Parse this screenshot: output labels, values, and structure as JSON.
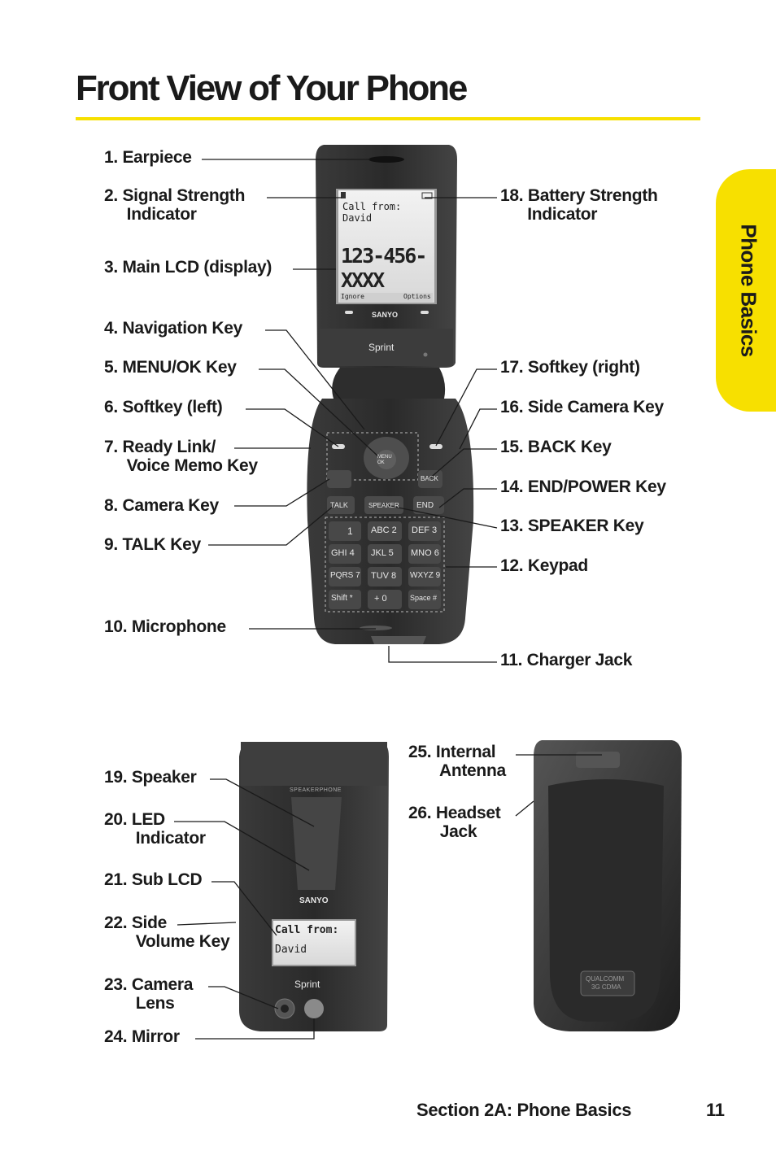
{
  "page": {
    "title": "Front View of Your Phone",
    "side_tab": "Phone Basics",
    "footer_section": "Section 2A: Phone Basics",
    "footer_page": "11",
    "accent_color": "#f7e000"
  },
  "labels": {
    "l1": "1. Earpiece",
    "l2": "2. Signal Strength\n     Indicator",
    "l3": "3. Main LCD (display)",
    "l4": "4. Navigation Key",
    "l5": "5. MENU/OK Key",
    "l6": "6. Softkey (left)",
    "l7": "7. Ready Link/\n     Voice Memo Key",
    "l8": "8. Camera Key",
    "l9": "9. TALK Key",
    "l10": "10. Microphone",
    "l11": "11. Charger Jack",
    "l12": "12. Keypad",
    "l13": "13. SPEAKER Key",
    "l14": "14. END/POWER Key",
    "l15": "15. BACK Key",
    "l16": "16. Side Camera Key",
    "l17": "17. Softkey (right)",
    "l18": "18. Battery Strength\n      Indicator",
    "l19": "19. Speaker",
    "l20": "20. LED\n       Indicator",
    "l21": "21. Sub LCD",
    "l22": "22. Side\n       Volume Key",
    "l23": "23. Camera\n       Lens",
    "l24": "24. Mirror",
    "l25": "25. Internal\n       Antenna",
    "l26": "26. Headset\n       Jack"
  },
  "phone_screen": {
    "caller_label": "Call from:",
    "caller_name": "David",
    "number_line1": "123-456-",
    "number_line2": "XXXX",
    "softkey_left": "Ignore",
    "softkey_right": "Options",
    "brand": "SANYO",
    "carrier": "Sprint"
  },
  "keys": {
    "menu_ok": "MENU\nOK",
    "back": "BACK",
    "talk": "TALK",
    "speaker": "SPEAKER",
    "end": "END",
    "keypad": [
      "1",
      "ABC 2",
      "DEF 3",
      "GHI 4",
      "JKL 5",
      "MNO 6",
      "PQRS 7",
      "TUV 8",
      "WXYZ 9",
      "Shift *",
      "+ 0",
      "Space #"
    ]
  },
  "closed_phone": {
    "speakerphone": "SPEAKERPHONE",
    "brand": "SANYO",
    "sub_caller_label": "Call from:",
    "sub_caller_name": "David",
    "carrier": "Sprint"
  },
  "back_phone": {
    "badge_line1": "QUALCOMM",
    "badge_line2": "3G CDMA"
  }
}
